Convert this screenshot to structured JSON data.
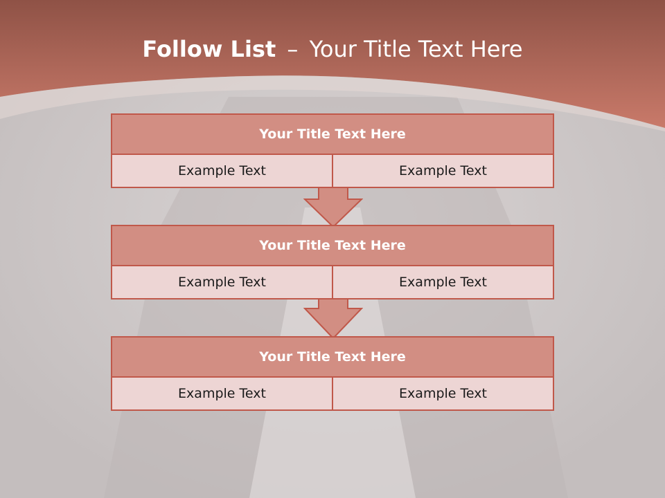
{
  "title": {
    "bold": "Follow List",
    "dash": "–",
    "rest": "Your Title Text Here"
  },
  "blocks": [
    {
      "title": "Your Title Text Here",
      "left": "Example Text",
      "right": "Example Text"
    },
    {
      "title": "Your Title Text Here",
      "left": "Example Text",
      "right": "Example Text"
    },
    {
      "title": "Your Title Text Here",
      "left": "Example Text",
      "right": "Example Text"
    }
  ],
  "colors": {
    "header_band": "#b86a5c",
    "block_header": "#d28e83",
    "block_body": "#edd5d4",
    "border": "#c0584a",
    "background": "#c9c3c3"
  }
}
